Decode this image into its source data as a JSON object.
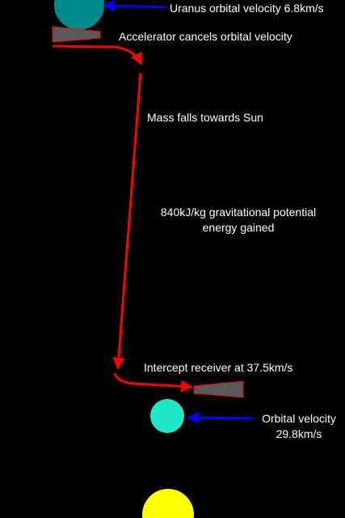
{
  "labels": {
    "uranus_velocity": "Uranus orbital velocity 6.8km/s",
    "accelerator": "Accelerator cancels orbital velocity",
    "mass_falls": "Mass falls towards Sun",
    "energy_line1": "840kJ/kg gravitational potential",
    "energy_line2": "energy gained",
    "intercept": "Intercept receiver at 37.5km/s",
    "earth_velocity_line1": "Orbital velocity",
    "earth_velocity_line2": "29.8km/s"
  },
  "colors": {
    "background": "#000000",
    "uranus": "#008b8b",
    "earth": "#1ee8c8",
    "sun": "#ffff00",
    "trajectory": "#ff0000",
    "pointer_arrow": "#0000ff",
    "device_fill": "#595959",
    "device_outline": "#ff0000",
    "text": "#ffffff"
  }
}
